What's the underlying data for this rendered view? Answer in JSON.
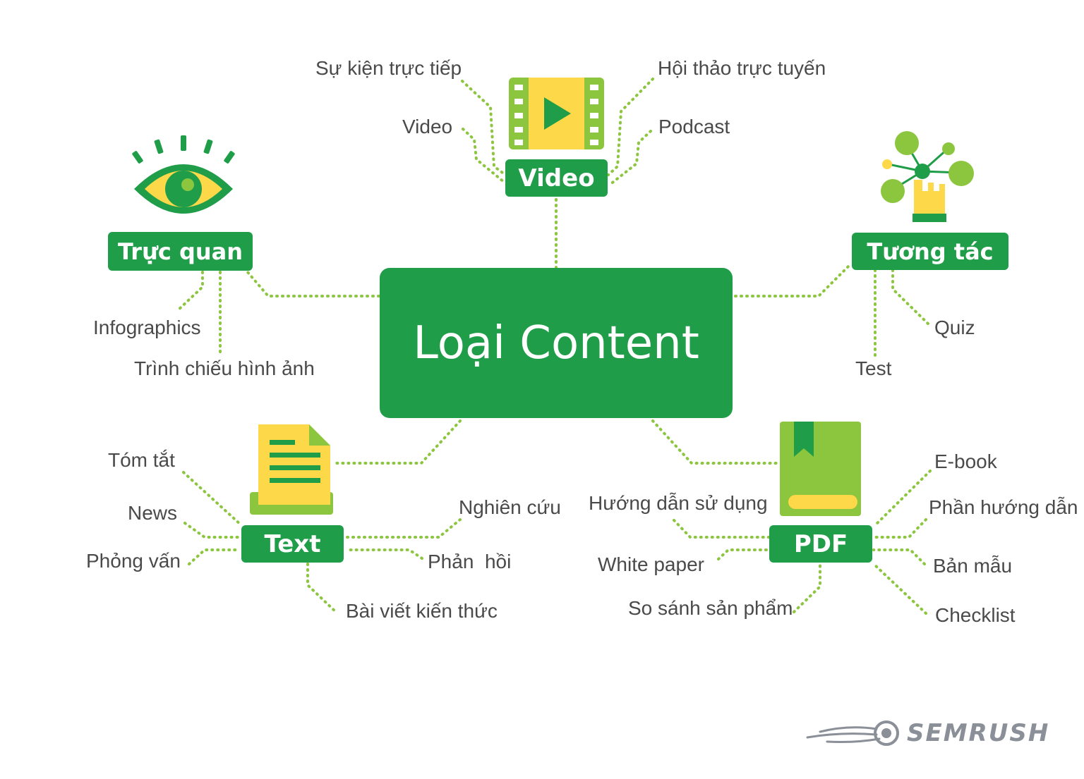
{
  "center": {
    "label": "Loại Content"
  },
  "categories": {
    "video": {
      "label": "Video",
      "leaves": [
        "Sự kiện trực tiếp",
        "Hội thảo trực tuyến",
        "Video",
        "Podcast"
      ]
    },
    "visual": {
      "label": "Trực quan",
      "leaves": [
        "Infographics",
        "Trình chiếu hình ảnh"
      ]
    },
    "interactive": {
      "label": "Tương tác",
      "leaves": [
        "Quiz",
        "Test"
      ]
    },
    "text": {
      "label": "Text",
      "leaves": [
        "Tóm tắt",
        "News",
        "Phỏng vấn",
        "Nghiên cứu",
        "Phản  hồi",
        "Bài viết kiến thức"
      ]
    },
    "pdf": {
      "label": "PDF",
      "leaves": [
        "E-book",
        "Hướng dẫn sử dụng",
        "Phần hướng dẫn",
        "White paper",
        "Bản mẫu",
        "So sánh sản phẩm",
        "Checklist"
      ]
    }
  },
  "brand": {
    "name": "SEMRUSH",
    "logo_icon": "semrush-comet-icon"
  },
  "colors": {
    "box_green": "#1f9d48",
    "line_green": "#8cc63f",
    "yellow": "#fdd94a",
    "text_gray": "#4a4a4a",
    "brand_gray": "#8a8f98"
  }
}
